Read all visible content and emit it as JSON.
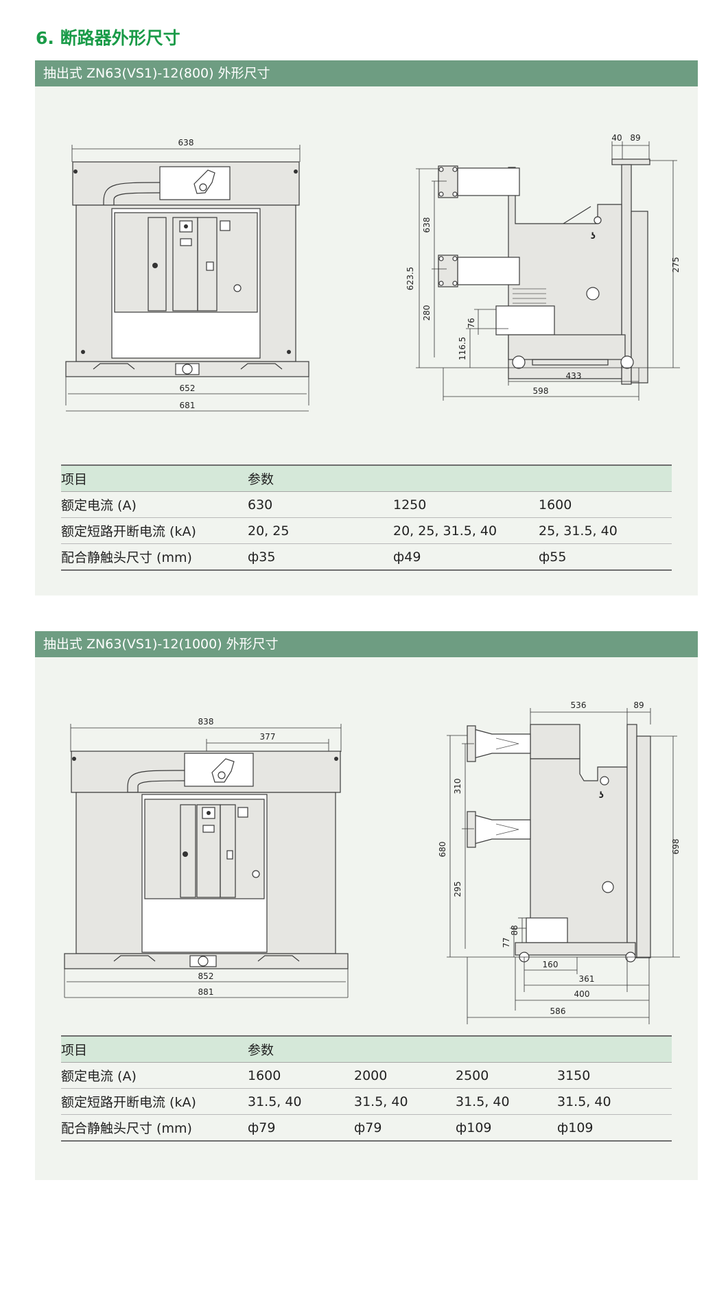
{
  "page_title": "6. 断路器外形尺寸",
  "sections": [
    {
      "title": "抽出式 ZN63(VS1)-12(800) 外形尺寸",
      "front_dims": [
        "638",
        "652",
        "681"
      ],
      "side_dims": [
        "40",
        "89",
        "638",
        "275",
        "623.5",
        "280",
        "76",
        "116.5",
        "433",
        "598"
      ],
      "table": {
        "header": [
          "项目",
          "参数"
        ],
        "rows": [
          {
            "label": "额定电流 (A)",
            "values": [
              "630",
              "1250",
              "1600"
            ]
          },
          {
            "label": "额定短路开断电流 (kA)",
            "values": [
              "20, 25",
              "20, 25, 31.5, 40",
              "25, 31.5, 40"
            ]
          },
          {
            "label": "配合静触头尺寸 (mm)",
            "values": [
              "ф35",
              "ф49",
              "ф55"
            ]
          }
        ]
      }
    },
    {
      "title": "抽出式 ZN63(VS1)-12(1000) 外形尺寸",
      "front_dims": [
        "838",
        "377",
        "852",
        "881"
      ],
      "side_dims": [
        "536",
        "89",
        "310",
        "680",
        "698",
        "295",
        "88",
        "77",
        "160",
        "361",
        "400",
        "586"
      ],
      "table": {
        "header": [
          "项目",
          "参数"
        ],
        "rows": [
          {
            "label": "额定电流 (A)",
            "values": [
              "1600",
              "2000",
              "2500",
              "3150"
            ]
          },
          {
            "label": "额定短路开断电流 (kA)",
            "values": [
              "31.5, 40",
              "31.5, 40",
              "31.5, 40",
              "31.5, 40"
            ]
          },
          {
            "label": "配合静触头尺寸 (mm)",
            "values": [
              "ф79",
              "ф79",
              "ф109",
              "ф109"
            ]
          }
        ]
      }
    }
  ]
}
